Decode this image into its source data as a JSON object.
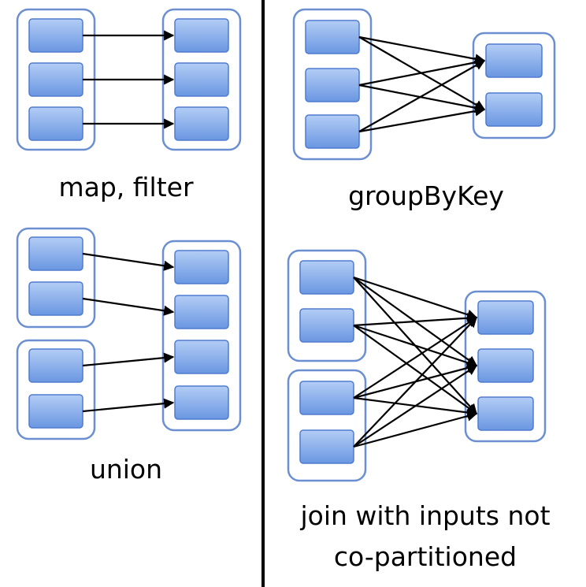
{
  "diagrams": {
    "map_filter": {
      "caption": "map, filter"
    },
    "group_by_key": {
      "caption": "groupByKey"
    },
    "union": {
      "caption": "union"
    },
    "join": {
      "caption_line1": "join with inputs not",
      "caption_line2": "co-partitioned"
    }
  },
  "colors": {
    "partition_fill_top": "#a9c5f2",
    "partition_fill_bottom": "#6e9ae3",
    "partition_stroke": "#4f7bd0",
    "group_stroke": "#6b8fd0",
    "edge": "#000000",
    "divider": "#000000"
  }
}
